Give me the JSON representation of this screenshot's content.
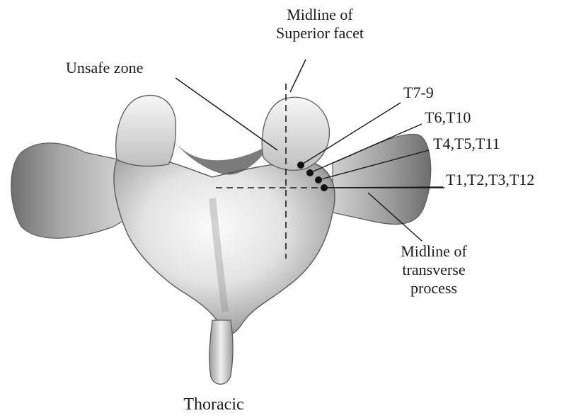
{
  "diagram": {
    "title": "Thoracic",
    "labels": {
      "unsafe_zone": "Unsafe zone",
      "midline_superior_facet_1": "Midline of",
      "midline_superior_facet_2": "Superior facet",
      "midline_transverse_1": "Midline of",
      "midline_transverse_2": "transverse",
      "midline_transverse_3": "process"
    },
    "entry_points": [
      {
        "levels": "T7-9"
      },
      {
        "levels": "T6,T10"
      },
      {
        "levels": "T4,T5,T11"
      },
      {
        "levels": "T1,T2,T3,T12"
      }
    ]
  },
  "colors": {
    "bone_light": "#f2f2f2",
    "bone_mid": "#bdbdbd",
    "bone_dark": "#6e6e6e",
    "line": "#1a1a1a",
    "dot": "#111111"
  }
}
